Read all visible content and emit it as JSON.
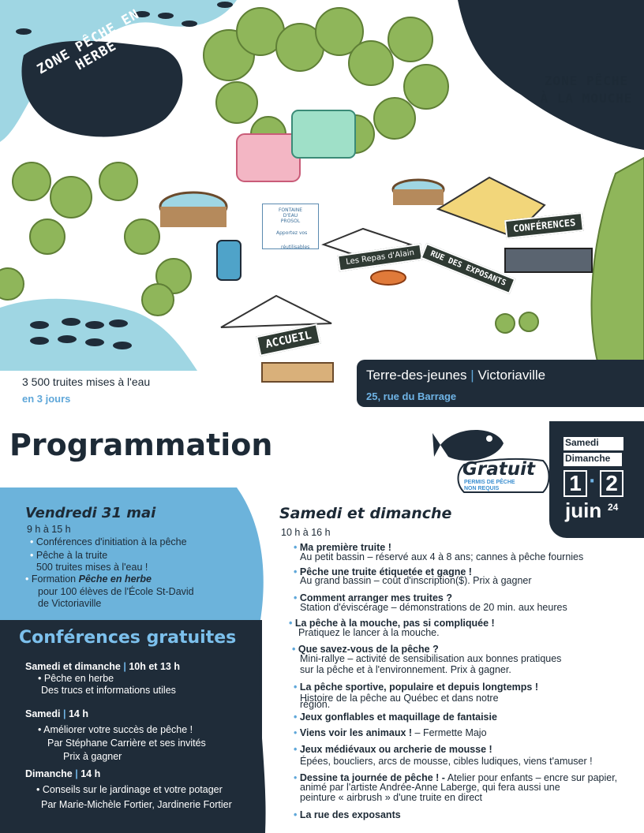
{
  "map": {
    "zone_herbe": "ZONE PÊCHE EN HERBE",
    "zone_mouche_line1": "ZONE PÊCHE",
    "zone_mouche_line2": "À LA MOUCHE",
    "sign_accueil": "ACCUEIL",
    "sign_conferences": "CONFÉRENCES",
    "sign_repas": "Les Repas d'Alain",
    "sign_rue": "RUE DES EXPOSANTS",
    "fontaine_line1": "FONTAINE",
    "fontaine_line2": "D'EAU",
    "fontaine_line3": "PROSOL",
    "fontaine_note1": "Apportez vos",
    "fontaine_note2": "réutilisables",
    "location_place": "Terre-des-jeunes",
    "location_sep": "|",
    "location_city": "Victoriaville",
    "location_address": "25, rue du Barrage",
    "truites_caption": "3 500 truites mises à l'eau",
    "truites_sub": "en 3 jours"
  },
  "title": "Programmation",
  "badge": {
    "day1": "Samedi",
    "day2": "Dimanche",
    "num1": "1",
    "dot": "·",
    "num2": "2",
    "month": "juin",
    "year": "24",
    "gratuit": "Gratuit",
    "permis_line1": "PERMIS DE PÊCHE",
    "permis_line2": "NON REQUIS"
  },
  "friday": {
    "title": "Vendredi 31 mai",
    "hours": "9 h à 15 h",
    "item1": "Conférences d'initiation à la pêche",
    "item2_line1": "Pêche à la truite",
    "item2_line2": "500 truites mises à l'eau !",
    "item3_prefix": "Formation ",
    "item3_em": "Pêche en herbe",
    "item3_line2": "pour 100 élèves de l'École St-David",
    "item3_line3": "de Victoriaville"
  },
  "conferences": {
    "title": "Conférences gratuites",
    "g1_day": "Samedi et dimanche",
    "g1_sep": "|",
    "g1_time": "10h et 13 h",
    "g1_item": "Pêche en herbe",
    "g1_desc": "Des trucs et informations utiles",
    "g2_day": "Samedi",
    "g2_sep": "|",
    "g2_time": "14 h",
    "g2_item": "Améliorer votre succès de pêche !",
    "g2_desc1": "Par Stéphane Carrière et ses invités",
    "g2_desc2": "Prix à gagner",
    "g3_day": "Dimanche",
    "g3_sep": "|",
    "g3_time": "14 h",
    "g3_item": "Conseils sur le jardinage et votre potager",
    "g3_desc": "Par Marie-Michèle Fortier, Jardinerie Fortier"
  },
  "weekend": {
    "title": "Samedi et dimanche",
    "hours": "10 h à 16 h",
    "i1_title": "Ma première truite !",
    "i1_desc": "Au petit bassin – réservé aux 4 à 8 ans; cannes à pêche fournies",
    "i2_title": "Pêche une truite étiquetée et gagne !",
    "i2_desc": "Au grand bassin – coût d'inscription($). Prix à gagner",
    "i3_title": "Comment arranger mes truites ?",
    "i3_desc": "Station d'éviscérage – démonstrations de 20 min. aux heures",
    "i4_title": "La pêche à la mouche, pas si compliquée !",
    "i4_desc": "Pratiquez le lancer à la mouche.",
    "i5_title": "Que savez-vous de la pêche ?",
    "i5_desc1": "Mini-rallye – activité de sensibilisation aux bonnes pratiques",
    "i5_desc2": "sur la pêche et à l'environnement. Prix à gagner.",
    "i6_title": "La pêche sportive, populaire et depuis longtemps !",
    "i6_desc1": "Histoire de la pêche au Québec et dans notre",
    "i6_desc2": "région.",
    "i7_title": "Jeux gonflables et maquillage de fantaisie",
    "i8_title": "Viens voir les animaux !",
    "i8_rest": " – Fermette Majo",
    "i9_title": "Jeux médiévaux ou archerie de mousse !",
    "i9_desc": "Épées, boucliers, arcs de mousse, cibles ludiques, viens t'amuser !",
    "i10_title": "Dessine ta journée de pêche ! -",
    "i10_rest": " Atelier pour enfants – encre sur papier,",
    "i10_desc1": "animé par l'artiste Andrée-Anne Laberge, qui fera aussi une",
    "i10_desc2": "peinture « airbrush » d'une truite en direct",
    "i11_title": "La rue des exposants"
  },
  "colors": {
    "navy": "#1f2c39",
    "sky": "#6cb3db",
    "water": "#9fd6e3",
    "tree": "#8fb65a",
    "accent": "#5fa7d9"
  }
}
